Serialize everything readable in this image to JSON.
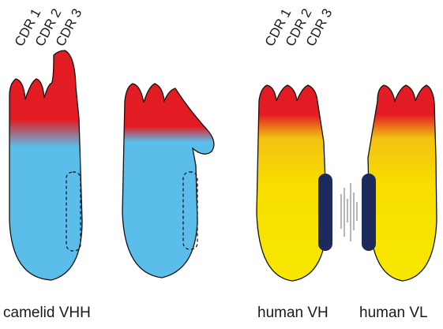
{
  "colors": {
    "cdr_red": "#e31b23",
    "camelid_blue": "#5bbde9",
    "human_yellow_top": "#f2c113",
    "human_yellow": "#f7e800",
    "interface_navy": "#1d2a5c",
    "interaction_lines": "#777777",
    "outline": "#111111"
  },
  "cdr_labels_left": [
    "CDR 1",
    "CDR 2",
    "CDR 3"
  ],
  "cdr_labels_right": [
    "CDR 1",
    "CDR 2",
    "CDR 3"
  ],
  "captions": {
    "camelid": "camelid VHH",
    "human_vh": "human VH",
    "human_vl": "human VL"
  }
}
